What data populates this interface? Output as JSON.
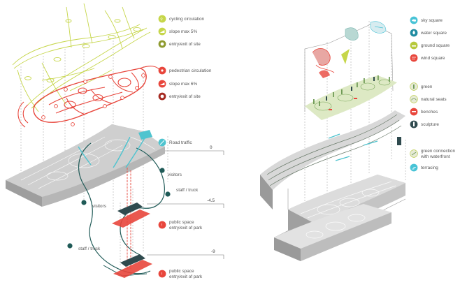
{
  "left_legend": {
    "cycling": [
      "cycling circulation",
      "slope max 5%",
      "entry/exit of site"
    ],
    "pedestrian": [
      "pedestrian circulation",
      "slope max 6%",
      "entry/exit of site"
    ],
    "road_traffic": "Road traffic",
    "public_space_1": [
      "public space",
      "entry/exit of park"
    ],
    "public_space_2": [
      "public space",
      "entry/exit of park"
    ]
  },
  "left_callouts": {
    "visitors_a": "visitors",
    "visitors_b": "visitors",
    "staff_truck_a": "staff / truck",
    "staff_truck_b": "staff / truck"
  },
  "levels": {
    "l0": "0",
    "l1": "-4.5",
    "l2": "-9"
  },
  "right_legend": {
    "squares": [
      "sky square",
      "water square",
      "ground square",
      "wind square"
    ],
    "elements": [
      "green",
      "natural seats",
      "benches",
      "sculpture"
    ],
    "waterfront": [
      "green connection",
      "with waterfront"
    ],
    "terracing": "terracing"
  },
  "colors": {
    "cycling": "#c6d64a",
    "pedestrian": "#e8463c",
    "road": "#4fc4cf",
    "service": "#1f5a57",
    "sky": "#48c3d6",
    "water": "#1f8ba1",
    "ground": "#b7c93c",
    "wind": "#e8463c",
    "dark": "#2f4a4e",
    "gray": "#9a9a9a"
  }
}
